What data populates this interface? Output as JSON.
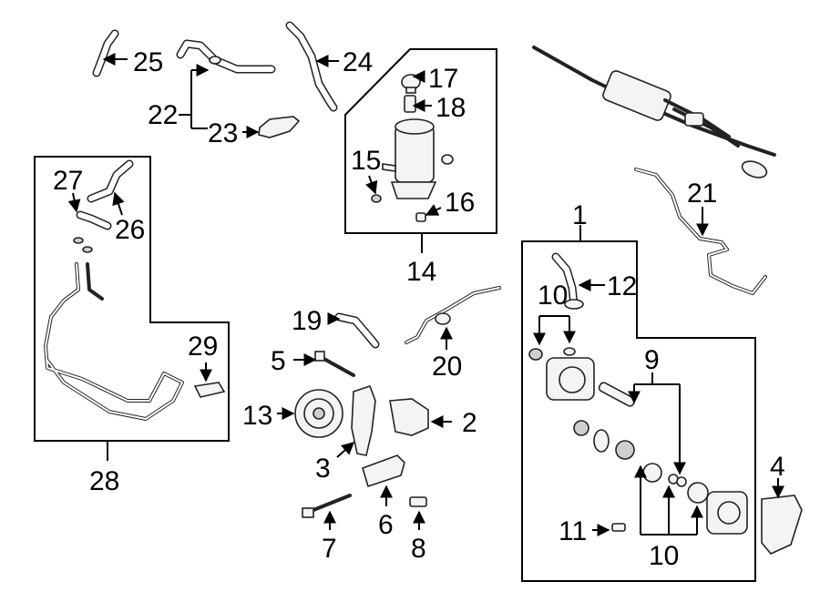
{
  "callouts": [
    {
      "id": "c1",
      "text": "1"
    },
    {
      "id": "c2",
      "text": "2"
    },
    {
      "id": "c3",
      "text": "3"
    },
    {
      "id": "c4",
      "text": "4"
    },
    {
      "id": "c5",
      "text": "5"
    },
    {
      "id": "c6",
      "text": "6"
    },
    {
      "id": "c7",
      "text": "7"
    },
    {
      "id": "c8",
      "text": "8"
    },
    {
      "id": "c9",
      "text": "9"
    },
    {
      "id": "c10a",
      "text": "10"
    },
    {
      "id": "c10b",
      "text": "10"
    },
    {
      "id": "c11",
      "text": "11"
    },
    {
      "id": "c12",
      "text": "12"
    },
    {
      "id": "c13",
      "text": "13"
    },
    {
      "id": "c14",
      "text": "14"
    },
    {
      "id": "c15",
      "text": "15"
    },
    {
      "id": "c16",
      "text": "16"
    },
    {
      "id": "c17",
      "text": "17"
    },
    {
      "id": "c18",
      "text": "18"
    },
    {
      "id": "c19",
      "text": "19"
    },
    {
      "id": "c20",
      "text": "20"
    },
    {
      "id": "c21",
      "text": "21"
    },
    {
      "id": "c22",
      "text": "22"
    },
    {
      "id": "c23",
      "text": "23"
    },
    {
      "id": "c24",
      "text": "24"
    },
    {
      "id": "c25",
      "text": "25"
    },
    {
      "id": "c26",
      "text": "26"
    },
    {
      "id": "c27",
      "text": "27"
    },
    {
      "id": "c28",
      "text": "28"
    },
    {
      "id": "c29",
      "text": "29"
    }
  ]
}
